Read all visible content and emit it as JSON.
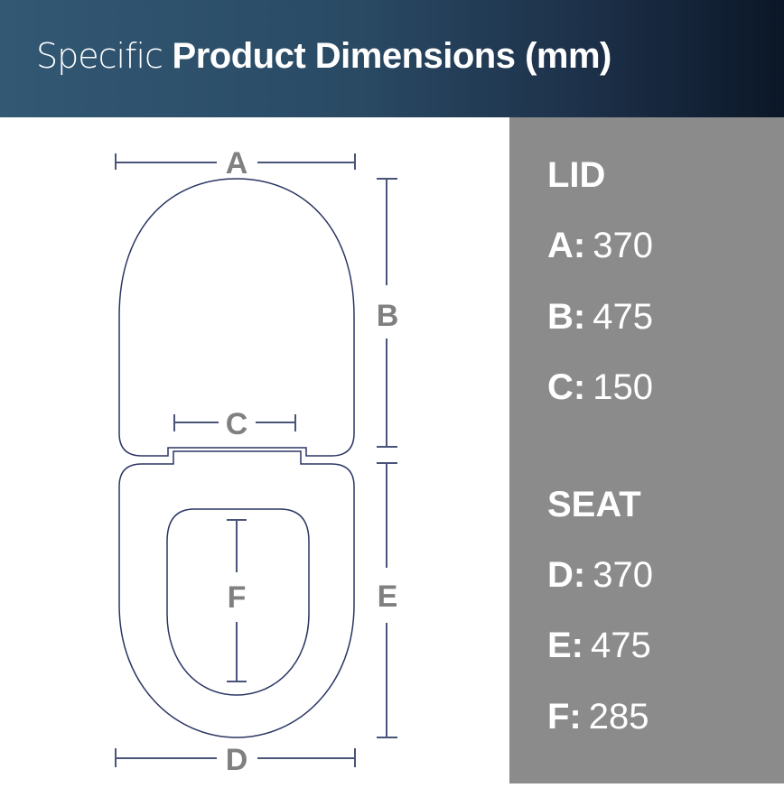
{
  "header": {
    "title_light": "Specific",
    "title_bold": "Product Dimensions (mm)"
  },
  "colors": {
    "header_gradient_start": "#325874",
    "header_gradient_end": "#0b1727",
    "panel_background": "#8a8b8a",
    "outline_stroke": "#2b3563",
    "dimension_stroke": "#4a5378",
    "label_fill": "#808080"
  },
  "diagram": {
    "labels": {
      "A": "A",
      "B": "B",
      "C": "C",
      "D": "D",
      "E": "E",
      "F": "F"
    }
  },
  "specs": {
    "lid": {
      "title": "LID",
      "rows": [
        {
          "key": "A:",
          "value": "370"
        },
        {
          "key": "B:",
          "value": "475"
        },
        {
          "key": "C:",
          "value": "150"
        }
      ]
    },
    "seat": {
      "title": "SEAT",
      "rows": [
        {
          "key": "D:",
          "value": "370"
        },
        {
          "key": "E:",
          "value": "475"
        },
        {
          "key": "F:",
          "value": "285"
        }
      ]
    }
  }
}
